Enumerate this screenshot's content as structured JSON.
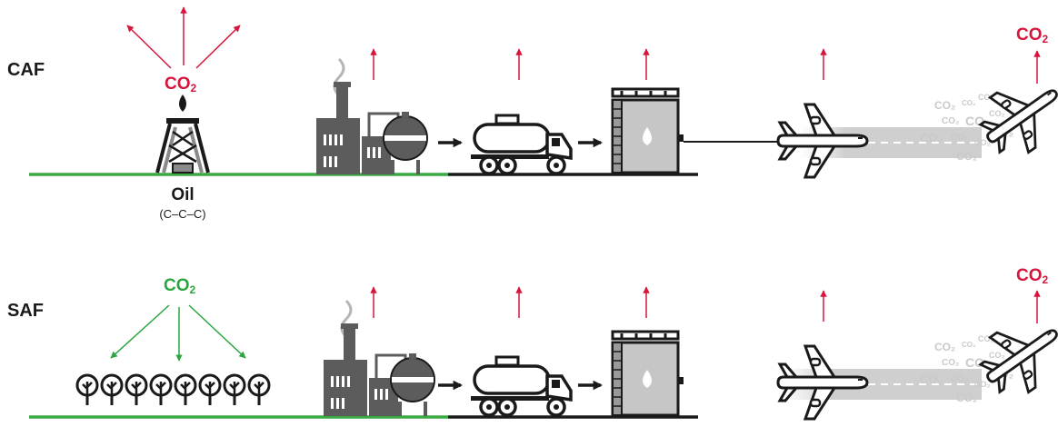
{
  "colors": {
    "emission": "#d6163c",
    "absorption": "#2aa63e",
    "ground": "#3aa943",
    "dark": "#1a1a1a",
    "grey": "#b5b5b5"
  },
  "rows": [
    {
      "label": "CAF",
      "source_co2": {
        "main": "CO",
        "sub": "2"
      },
      "source_name": "Oil",
      "source_formula": "(C–C–C)",
      "flight_co2": {
        "main": "CO",
        "sub": "2"
      }
    },
    {
      "label": "SAF",
      "source_co2": {
        "main": "CO",
        "sub": "2"
      },
      "flight_co2": {
        "main": "CO",
        "sub": "2"
      }
    }
  ],
  "exhaust_label": "CO₂",
  "icons": [
    "oil-derrick-icon",
    "oil-drop-icon",
    "trees-icon",
    "refinery-icon",
    "tanker-truck-icon",
    "storage-tank-icon",
    "airplane-icon",
    "emission-arrow-icon"
  ]
}
